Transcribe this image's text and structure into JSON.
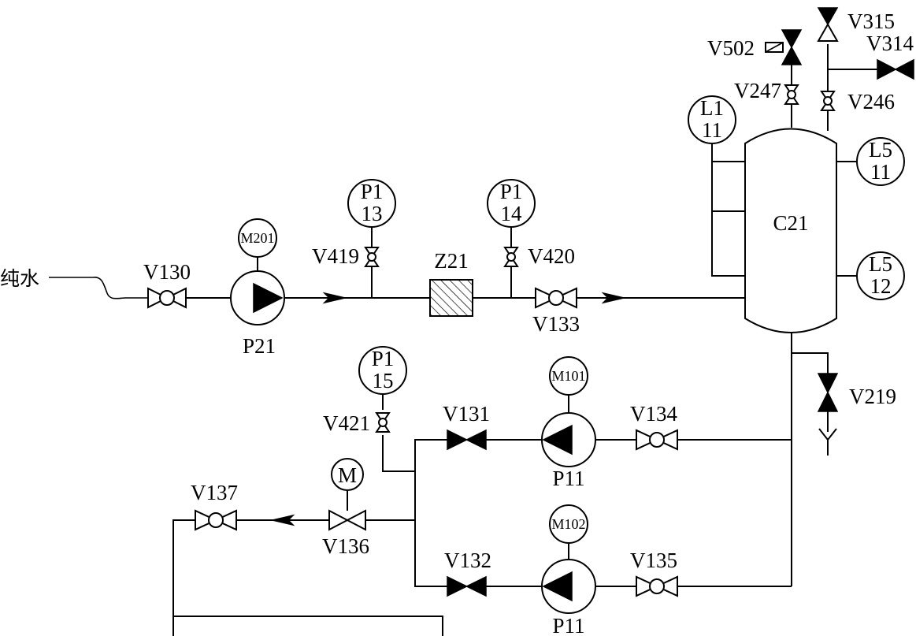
{
  "feed": {
    "label": "纯水"
  },
  "pumps": {
    "p21": {
      "label": "P21",
      "motor": "M201"
    },
    "p11a": {
      "label": "P11",
      "motor": "M101"
    },
    "p11b": {
      "label": "P11",
      "motor": "M102"
    }
  },
  "filter": {
    "label": "Z21"
  },
  "vessel": {
    "label": "C21"
  },
  "instruments": {
    "p113": {
      "line1": "P1",
      "line2": "13"
    },
    "p114": {
      "line1": "P1",
      "line2": "14"
    },
    "p115": {
      "line1": "P1",
      "line2": "15"
    },
    "l111": {
      "line1": "L1",
      "line2": "11"
    },
    "l511": {
      "line1": "L5",
      "line2": "11"
    },
    "l512": {
      "line1": "L5",
      "line2": "12"
    }
  },
  "actuator": {
    "label": "M"
  },
  "valves": {
    "v130": "V130",
    "v133": "V133",
    "v419": "V419",
    "v420": "V420",
    "v421": "V421",
    "v131": "V131",
    "v132": "V132",
    "v134": "V134",
    "v135": "V135",
    "v136": "V136",
    "v137": "V137",
    "v219": "V219",
    "v246": "V246",
    "v247": "V247",
    "v314": "V314",
    "v315": "V315",
    "v502": "V502"
  },
  "colors": {
    "line": "#000000",
    "background": "#ffffff",
    "filter_hatch": "#000000"
  }
}
